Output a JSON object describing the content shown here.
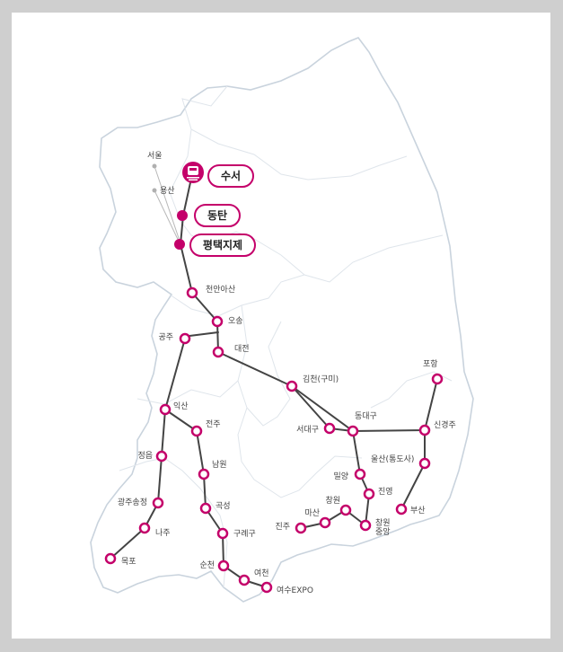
{
  "colors": {
    "accent": "#c4006a",
    "line": "#444444",
    "outline": "#c9d3dd",
    "inactive_station": "#b0b0b0"
  },
  "highlight_stations": [
    {
      "id": "suseo",
      "name": "수서",
      "icon": "train-icon"
    },
    {
      "id": "dongtan",
      "name": "동탄"
    },
    {
      "id": "pyeongtaek",
      "name": "평택지제"
    }
  ],
  "inactive_stations": [
    {
      "id": "seoul",
      "name": "서울"
    },
    {
      "id": "yongsan",
      "name": "용산"
    }
  ],
  "stations": [
    {
      "id": "cheonanasan",
      "name": "천안아산"
    },
    {
      "id": "osong",
      "name": "오송"
    },
    {
      "id": "daejeon",
      "name": "대전"
    },
    {
      "id": "gongju",
      "name": "공주"
    },
    {
      "id": "iksan",
      "name": "익산"
    },
    {
      "id": "jeongeup",
      "name": "정읍"
    },
    {
      "id": "gwangjusongjeong",
      "name": "광주송정"
    },
    {
      "id": "naju",
      "name": "나주"
    },
    {
      "id": "mokpo",
      "name": "목포"
    },
    {
      "id": "jeonju",
      "name": "전주"
    },
    {
      "id": "namwon",
      "name": "남원"
    },
    {
      "id": "gokseong",
      "name": "곡성"
    },
    {
      "id": "guryegu",
      "name": "구례구"
    },
    {
      "id": "suncheon",
      "name": "순천"
    },
    {
      "id": "yeocheon",
      "name": "여천"
    },
    {
      "id": "yeosuexpo",
      "name": "여수EXPO"
    },
    {
      "id": "gimcheon",
      "name": "김천(구미)"
    },
    {
      "id": "seodaegu",
      "name": "서대구"
    },
    {
      "id": "dongdaegu",
      "name": "동대구"
    },
    {
      "id": "miryang",
      "name": "밀양"
    },
    {
      "id": "jinyeong",
      "name": "진영"
    },
    {
      "id": "changwonjungang",
      "name": "창원\n중앙"
    },
    {
      "id": "changwon",
      "name": "창원"
    },
    {
      "id": "masan",
      "name": "마산"
    },
    {
      "id": "jinju",
      "name": "진주"
    },
    {
      "id": "ulsan",
      "name": "울산(통도사)"
    },
    {
      "id": "singyeongju",
      "name": "신경주"
    },
    {
      "id": "pohang",
      "name": "포항"
    },
    {
      "id": "busan",
      "name": "부산"
    }
  ]
}
